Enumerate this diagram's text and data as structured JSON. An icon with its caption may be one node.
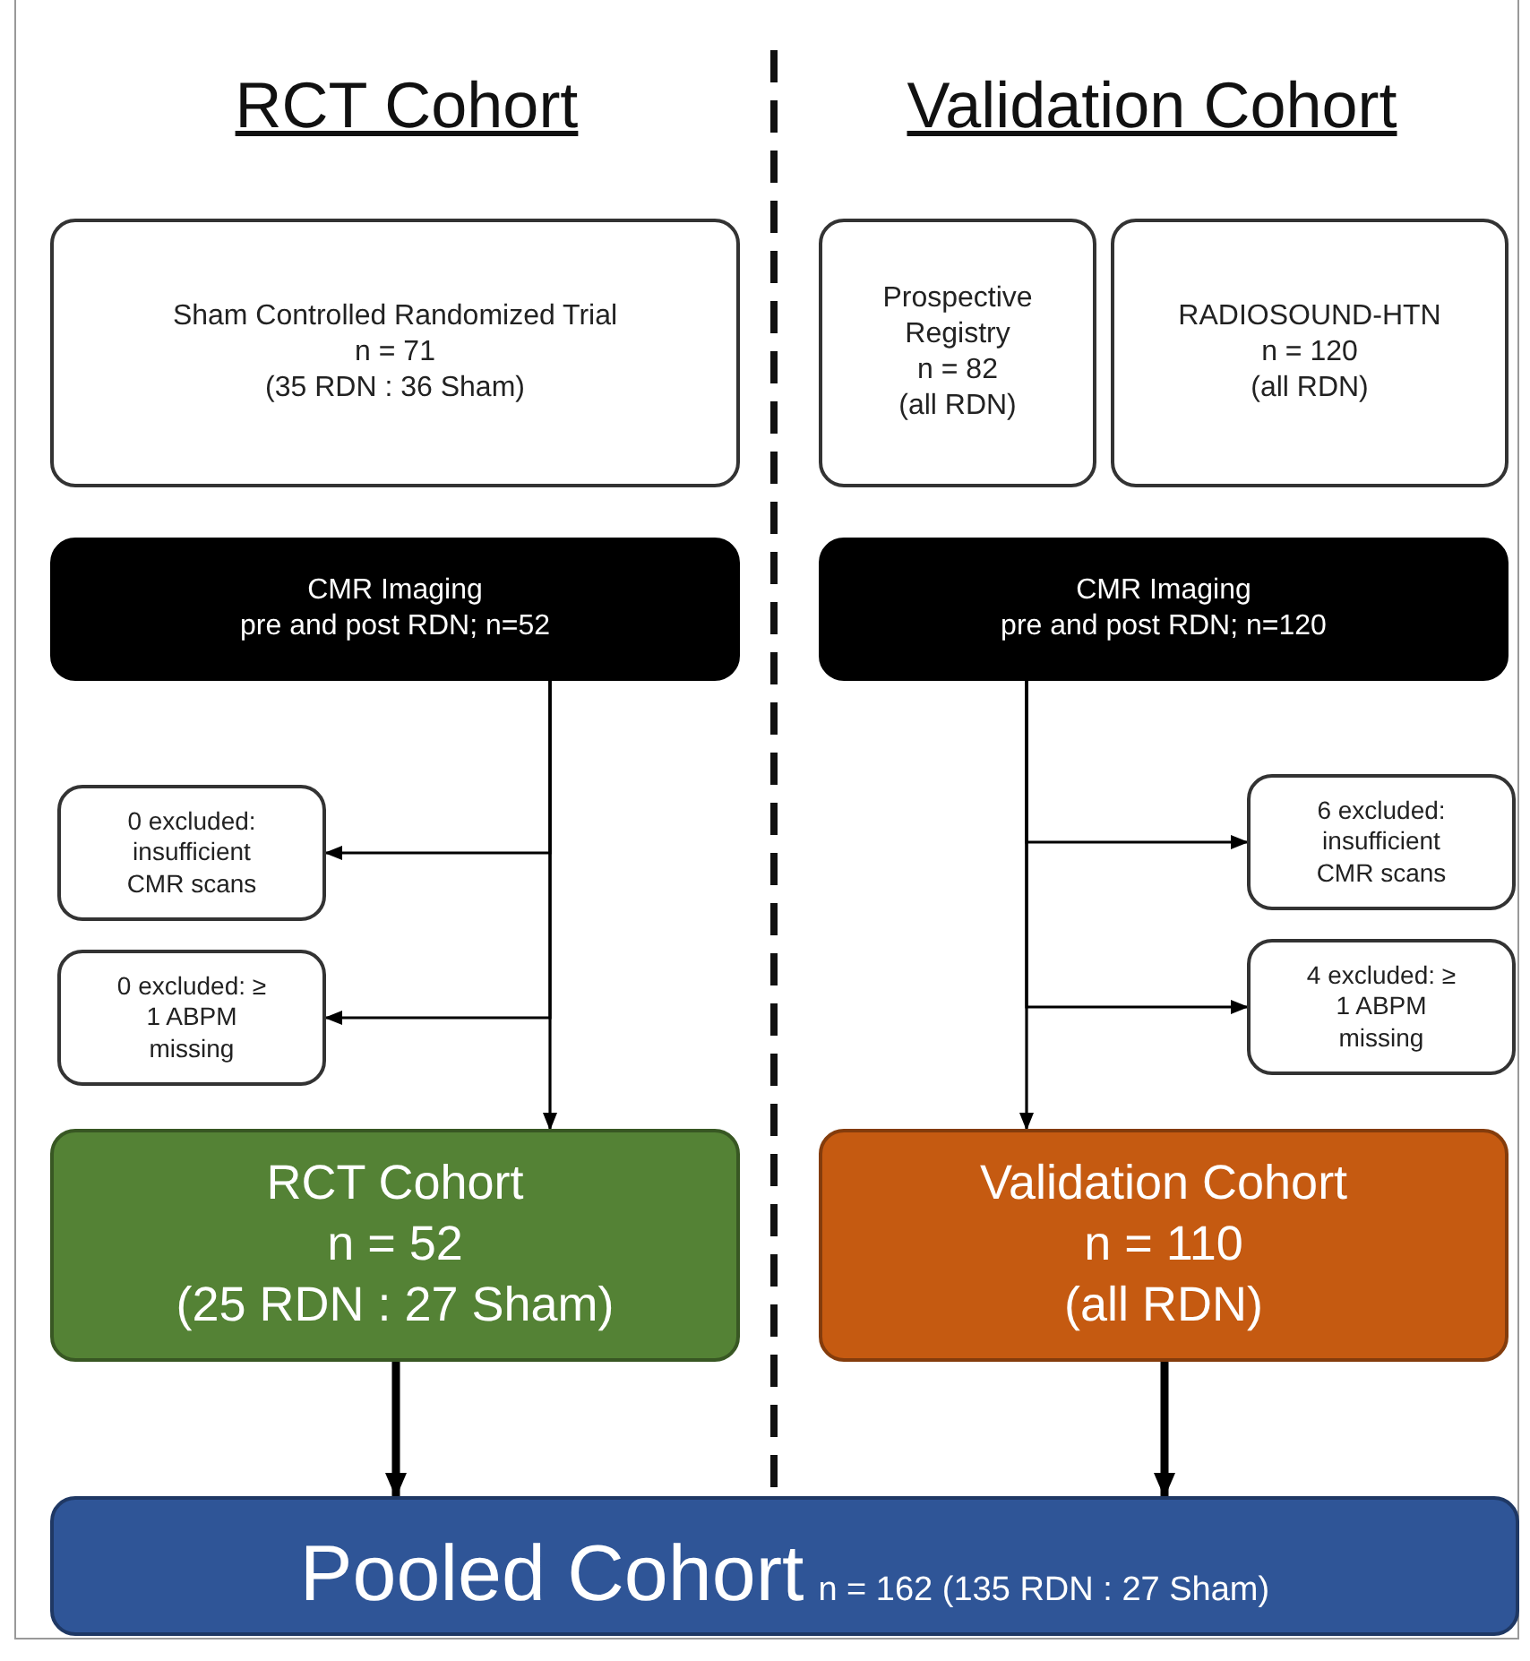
{
  "diagram": {
    "nodes": [
      {
        "text": [
          "Sham Controlled Randomized Trial",
          "n = 71",
          "(35 RDN : 36 Sham)"
        ]
      },
      {
        "text": [
          "Prospective Registry",
          "n = 82",
          "(all RDN)"
        ]
      },
      {
        "text": [
          "RADIOSOUND-HTN",
          "n = 120",
          "(all RDN)"
        ]
      },
      {
        "text": [
          "CMR Imaging",
          "pre and post RDN; n=52"
        ]
      },
      {
        "text": [
          "CMR Imaging",
          "pre and post RDN; n=120"
        ]
      },
      {
        "text": [
          "0 excluded: insufficient CMR scans"
        ]
      },
      {
        "text": [
          "0 excluded: ≥ 1 ABPM missing"
        ]
      },
      {
        "text": [
          "6 excluded: insufficient CMR scans"
        ]
      },
      {
        "text": [
          "4 excluded: ≥ 1 ABPM missing"
        ]
      },
      {
        "text": [
          "RCT Cohort",
          "n = 52",
          "(25 RDN : 27 Sham)"
        ]
      },
      {
        "text": [
          "Validation Cohort",
          "n = 110",
          "(all RDN)"
        ]
      },
      {
        "text": [
          "Pooled Cohort",
          "n = 162 (135 RDN : 27 Sham)"
        ]
      }
    ],
    "edges": [
      {
        "from": 3,
        "to": 5,
        "arrow": "to"
      },
      {
        "from": 3,
        "to": 6,
        "arrow": "to"
      },
      {
        "from": 3,
        "to": 9,
        "arrow": "to"
      },
      {
        "from": 4,
        "to": 7,
        "arrow": "to"
      },
      {
        "from": 4,
        "to": 8,
        "arrow": "to"
      },
      {
        "from": 4,
        "to": 10,
        "arrow": "to"
      },
      {
        "from": 9,
        "to": 11,
        "arrow": "to",
        "style": "thick"
      },
      {
        "from": 10,
        "to": 11,
        "arrow": "to",
        "style": "thick"
      }
    ],
    "labels": [
      "RCT Cohort",
      "Validation Cohort"
    ]
  }
}
